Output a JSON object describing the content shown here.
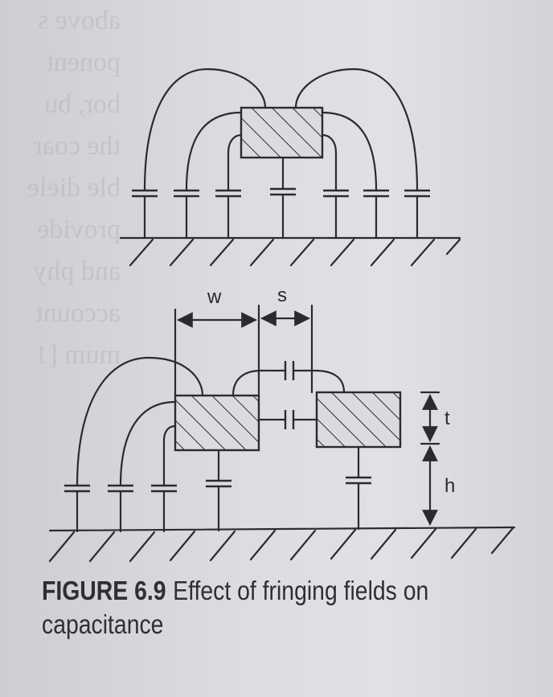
{
  "background_text": [
    "above s",
    "ponent",
    "bor, bu",
    "the coar",
    "ble diele",
    "provide",
    "and phy",
    "account",
    "mum [1"
  ],
  "dimensions": {
    "w_label": "w",
    "s_label": "s",
    "t_label": "t",
    "h_label": "h"
  },
  "caption": {
    "figure_label": "FIGURE 6.9",
    "text": "Effect of fringing fields on capacitance"
  }
}
